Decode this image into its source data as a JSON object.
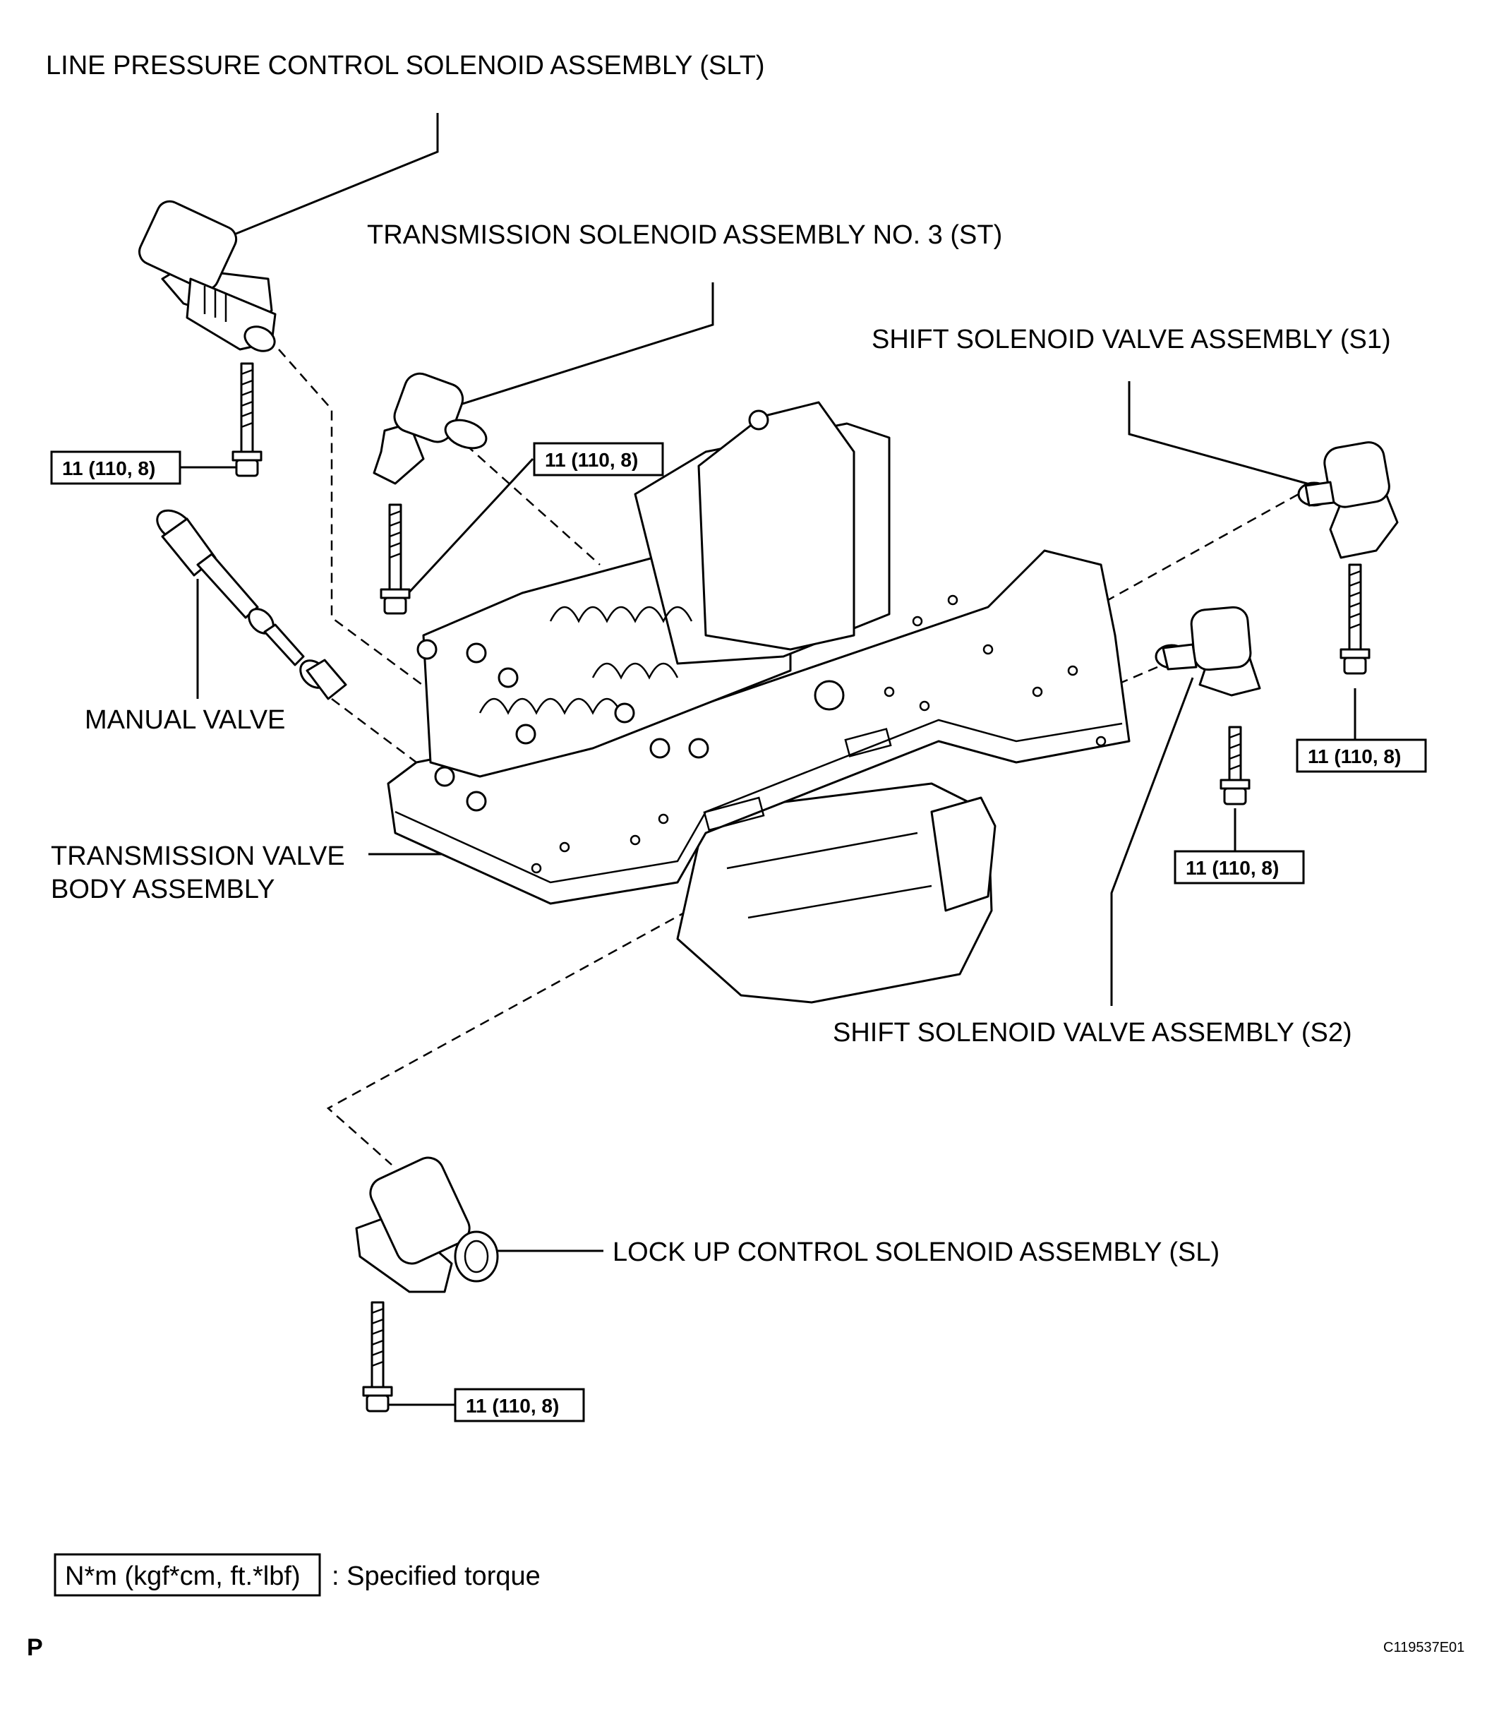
{
  "labels": {
    "slt": "LINE PRESSURE CONTROL SOLENOID ASSEMBLY (SLT)",
    "st": "TRANSMISSION SOLENOID ASSEMBLY NO. 3 (ST)",
    "s1": "SHIFT SOLENOID VALVE ASSEMBLY (S1)",
    "manual_valve": "MANUAL VALVE",
    "valve_body_line1": "TRANSMISSION VALVE",
    "valve_body_line2": "BODY ASSEMBLY",
    "s2": "SHIFT SOLENOID VALVE ASSEMBLY (S2)",
    "sl": "LOCK UP CONTROL SOLENOID ASSEMBLY (SL)"
  },
  "torque_specs": {
    "slt_bolt": "11 (110, 8)",
    "st_bolt": "11 (110, 8)",
    "s1_bolt": "11 (110, 8)",
    "s2_bolt": "11 (110, 8)",
    "sl_bolt": "11 (110, 8)"
  },
  "legend": {
    "unit": "N*m (kgf*cm, ft.*lbf)",
    "description": ": Specified torque"
  },
  "footer": {
    "page_letter": "P",
    "illustration_code": "C119537E01"
  }
}
